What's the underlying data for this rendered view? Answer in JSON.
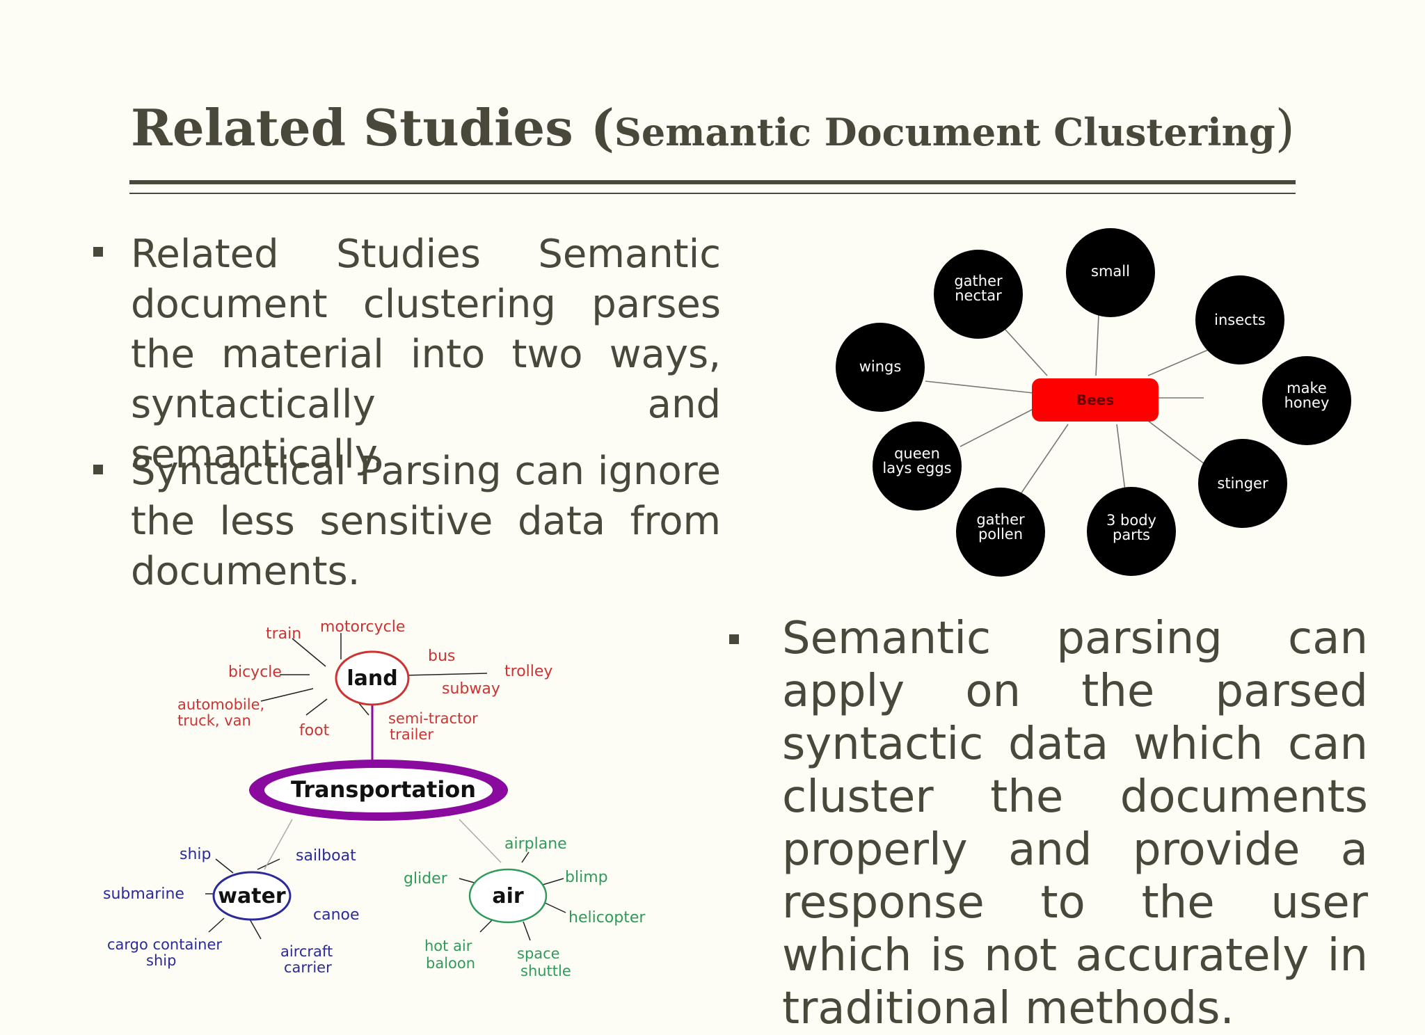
{
  "slide": {
    "title_main": "Related Studies (",
    "title_sub": "Semantic Document Clustering",
    "title_close": ")"
  },
  "bullets": [
    "Related Studies Semantic document clustering parses the material into two ways, syntactically and semantically.",
    "Syntactical Parsing can ignore the less sensitive data from documents.",
    "Semantic parsing can apply on the parsed syntactic data which can cluster the documents properly and provide a response to the user which is not accurately in traditional methods."
  ],
  "bees_map": {
    "center": "Bees",
    "nodes": [
      "gather nectar",
      "small",
      "insects",
      "wings",
      "make honey",
      "queen lays eggs",
      "stinger",
      "gather pollen",
      "3 body parts"
    ]
  },
  "transport_map": {
    "center": "Transportation",
    "land": {
      "label": "land",
      "items": [
        "train",
        "motorcycle",
        "bus",
        "trolley",
        "bicycle",
        "subway",
        "automobile, truck, van",
        "foot",
        "semi-tractor trailer"
      ]
    },
    "water": {
      "label": "water",
      "items": [
        "ship",
        "sailboat",
        "submarine",
        "canoe",
        "cargo container ship",
        "aircraft carrier"
      ]
    },
    "air": {
      "label": "air",
      "items": [
        "airplane",
        "glider",
        "blimp",
        "helicopter",
        "hot air baloon",
        "space shuttle"
      ]
    }
  },
  "colors": {
    "text": "#4a473b",
    "background": "#fdfdf5",
    "bees_center": "#ff0000",
    "land": "#cc3333",
    "water": "#2a2a9a",
    "air": "#2f9a5a",
    "transportation_ring": "#8a0aa0"
  }
}
